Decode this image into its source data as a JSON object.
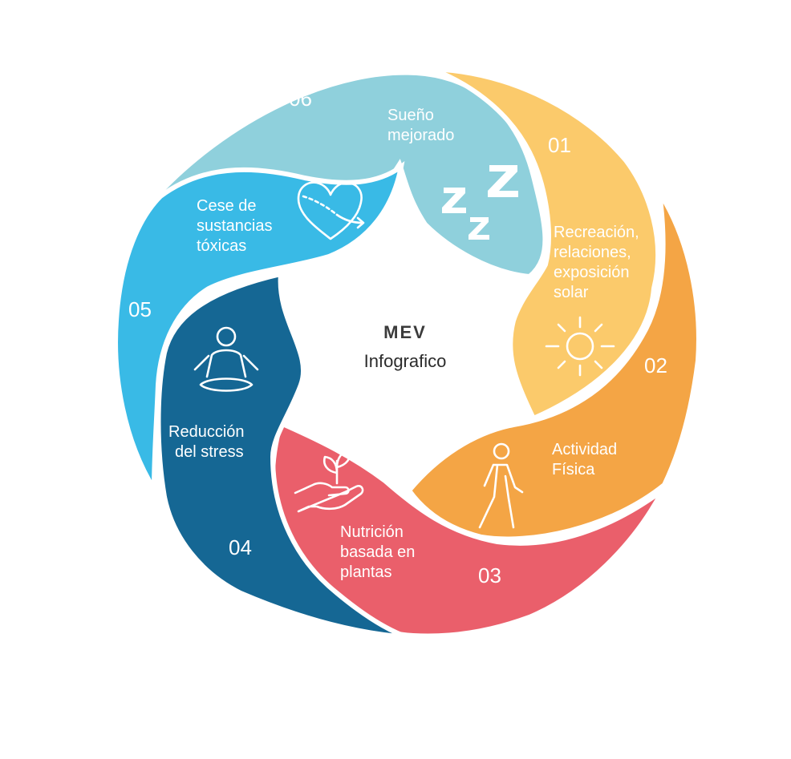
{
  "center": {
    "title": "MEV",
    "subtitle": "Infografico"
  },
  "segments": [
    {
      "number": "01",
      "label_lines": [
        "Recreación,",
        "relaciones,",
        "exposición",
        "solar"
      ],
      "color": "#fbca6b",
      "icon": "sun-icon"
    },
    {
      "number": "02",
      "label_lines": [
        "Actividad",
        "Física"
      ],
      "color": "#f4a545",
      "icon": "walking-person-icon"
    },
    {
      "number": "03",
      "label_lines": [
        "Nutrición",
        "basada en",
        "plantas"
      ],
      "color": "#ea5f6b",
      "icon": "hand-plant-icon"
    },
    {
      "number": "04",
      "label_lines": [
        "Reducción",
        "del stress"
      ],
      "color": "#156794",
      "icon": "meditation-icon"
    },
    {
      "number": "05",
      "label_lines": [
        "Cese de",
        "sustancias",
        "tóxicas"
      ],
      "color": "#39bae6",
      "icon": "heart-icon"
    },
    {
      "number": "06",
      "label_lines": [
        "Sueño",
        "mejorado"
      ],
      "color": "#8fd0dc",
      "icon": "sleep-zzz-icon"
    }
  ]
}
